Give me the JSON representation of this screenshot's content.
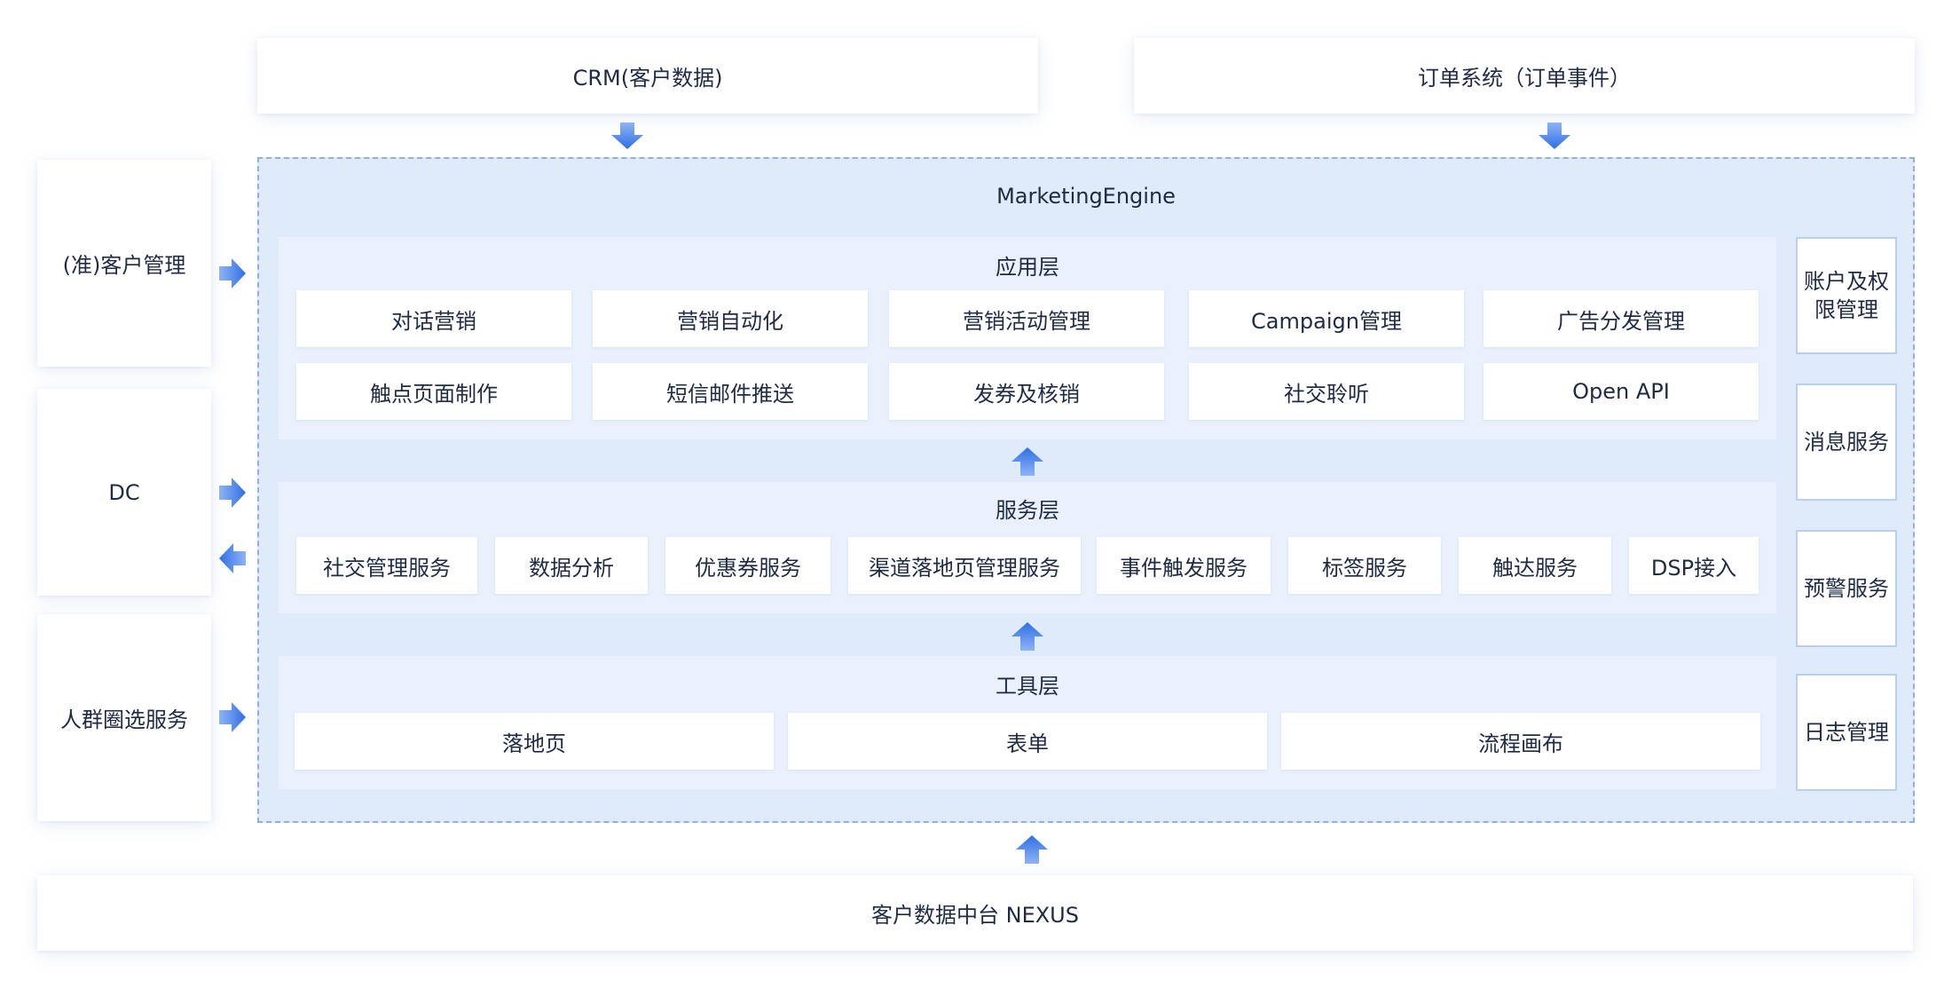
{
  "top": {
    "crm": "CRM(客户数据)",
    "order": "订单系统（订单事件）"
  },
  "left": {
    "customer_mgmt": "(准)客户管理",
    "dc": "DC",
    "crowd": "人群圈选服务"
  },
  "engine": {
    "title": "MarketingEngine",
    "app_layer": {
      "title": "应用层",
      "row1": [
        "对话营销",
        "营销自动化",
        "营销活动管理",
        "Campaign管理",
        "广告分发管理"
      ],
      "row2": [
        "触点页面制作",
        "短信邮件推送",
        "发券及核销",
        "社交聆听",
        "Open API"
      ]
    },
    "service_layer": {
      "title": "服务层",
      "items": [
        "社交管理服务",
        "数据分析",
        "优惠券服务",
        "渠道落地页管理服务",
        "事件触发服务",
        "标签服务",
        "触达服务",
        "DSP接入"
      ]
    },
    "tool_layer": {
      "title": "工具层",
      "items": [
        "落地页",
        "表单",
        "流程画布"
      ]
    },
    "side": [
      "账户及权限管理",
      "消息服务",
      "预警服务",
      "日志管理"
    ]
  },
  "bottom": {
    "nexus": "客户数据中台 NEXUS"
  },
  "colors": {
    "arrow": "#2f6fe4",
    "engine_bg": "#dfeafb",
    "layer_bg": "#eaf1fc",
    "border": "#8fb1e6"
  }
}
